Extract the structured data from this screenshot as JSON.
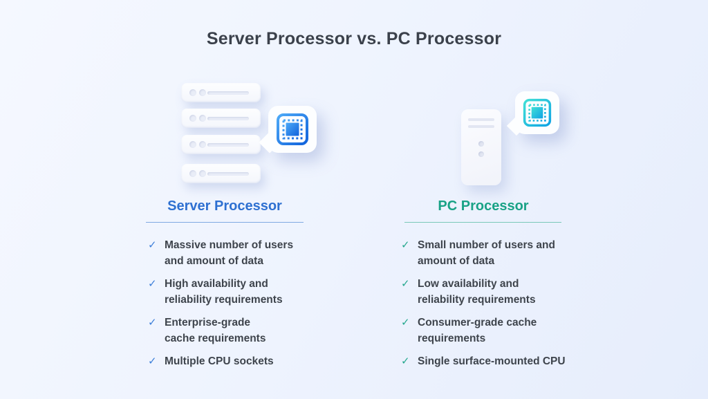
{
  "title": "Server Processor vs. PC Processor",
  "check_glyph": "✓",
  "icons": {
    "server": "server-stack-illustration",
    "pc": "pc-tower-illustration",
    "chip": "cpu-chip-icon",
    "bubble": "speech-bubble"
  },
  "colors": {
    "background_start": "#f5f8ff",
    "background_end": "#e6edfc",
    "title_text": "#3b414b",
    "body_text": "#3e444c",
    "server_accent": "#2e70d1",
    "server_underline": "#7fa9e2",
    "server_check": "#3d7fd9",
    "server_chip_gradient_start": "#4da9f7",
    "server_chip_gradient_end": "#1163dc",
    "pc_accent": "#19a286",
    "pc_underline": "#79c8b8",
    "pc_check": "#25a88e",
    "pc_chip_gradient_start": "#41e0d6",
    "pc_chip_gradient_end": "#0fa3e4"
  },
  "columns": {
    "server": {
      "heading": "Server Processor",
      "items": [
        "Massive number of users\nand amount of data",
        "High availability and\nreliability requirements",
        "Enterprise-grade\ncache requirements",
        "Multiple CPU sockets"
      ]
    },
    "pc": {
      "heading": "PC Processor",
      "items": [
        "Small number of users and\namount of data",
        "Low availability and\nreliability requirements",
        "Consumer-grade cache\nrequirements",
        "Single surface-mounted CPU"
      ]
    }
  }
}
